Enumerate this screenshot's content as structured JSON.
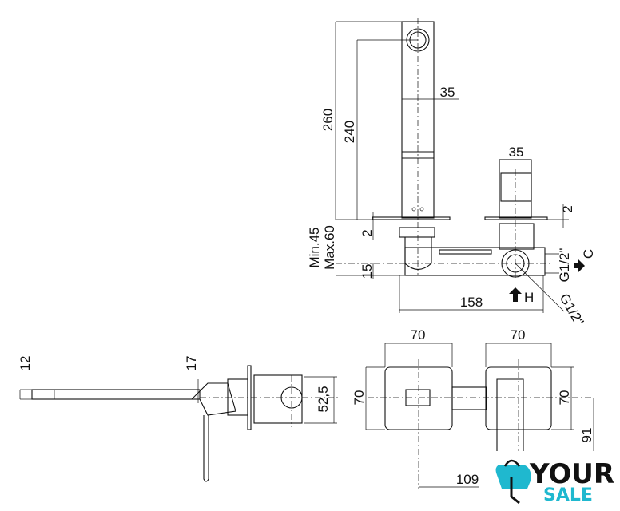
{
  "top_view": {
    "dim_260": "260",
    "dim_240": "240",
    "dim_spout_width": "35",
    "dim_handle_width": "35",
    "dim_plate_left": "2",
    "dim_plate_right": "2",
    "dim_wall_min": "Min.45",
    "dim_wall_max": "Max.60",
    "dim_15": "15",
    "dim_158": "158",
    "thread_c": "G1/2\"",
    "thread_h": "G1/2\"",
    "label_cold": "C",
    "label_hot": "H"
  },
  "side_view": {
    "dim_12": "12",
    "dim_17": "17",
    "dim_52_5": "52,5"
  },
  "front_view": {
    "dim_left_width": "70",
    "dim_right_width": "70",
    "dim_left_height": "70",
    "dim_right_height": "70",
    "dim_91": "91",
    "dim_109": "109"
  },
  "logo": {
    "line1": "YOUR",
    "line2": "SALE",
    "accent": "#1fb8cf"
  }
}
